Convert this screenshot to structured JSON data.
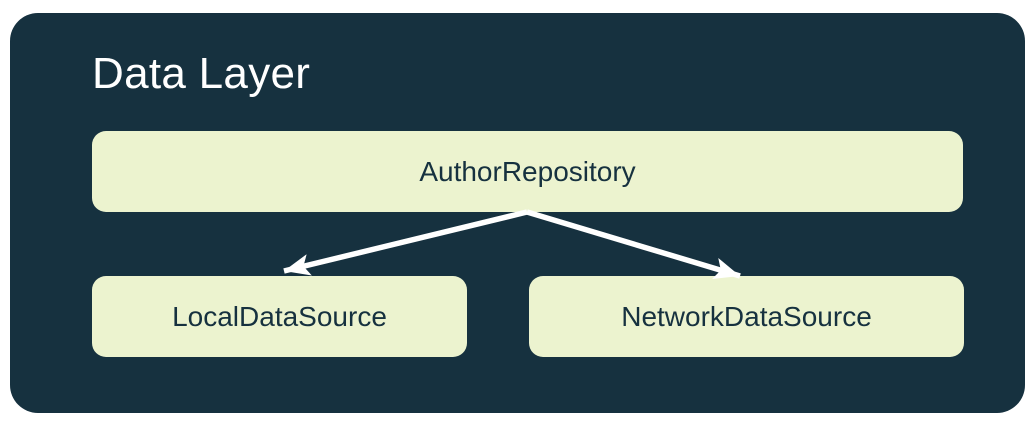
{
  "diagram": {
    "title": "Data Layer",
    "nodes": [
      {
        "id": "author-repository",
        "label": "AuthorRepository"
      },
      {
        "id": "local-data-source",
        "label": "LocalDataSource"
      },
      {
        "id": "network-data-source",
        "label": "NetworkDataSource"
      }
    ],
    "edges": [
      {
        "from": "AuthorRepository",
        "to": "LocalDataSource"
      },
      {
        "from": "AuthorRepository",
        "to": "NetworkDataSource"
      }
    ]
  },
  "colors": {
    "page-bg": "#ffffff",
    "container-bg": "#16313f",
    "node-bg": "#ecf3cf",
    "node-text": "#16313f",
    "title-text": "#ffffff",
    "arrow": "#ffffff"
  }
}
